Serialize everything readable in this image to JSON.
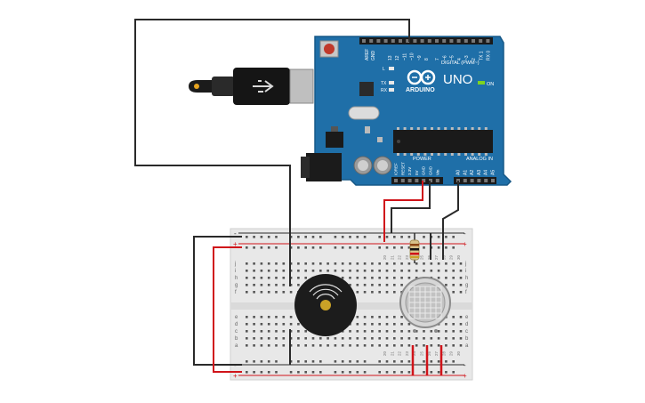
{
  "board": {
    "brand": "ARDUINO",
    "model": "UNO",
    "on_label": "ON",
    "digital_header_label": "DIGITAL (PWM~)",
    "power_header_label": "POWER",
    "analog_header_label": "ANALOG IN",
    "aref_label": "AREF",
    "gnd_label": "GND",
    "l_label": "L",
    "tx_label": "TX",
    "rx_label": "RX",
    "digital_pins": [
      "13",
      "12",
      "~11",
      "~10",
      "~9",
      "8",
      "7",
      "~6",
      "~5",
      "4",
      "~3",
      "2",
      "TX 1",
      "RX 0"
    ],
    "power_pins": [
      "IOREF",
      "RESET",
      "3.3V",
      "5V",
      "GND",
      "GND",
      "Vin"
    ],
    "analog_pins": [
      "A0",
      "A1",
      "A2",
      "A3",
      "A4",
      "A5"
    ]
  },
  "breadboard": {
    "row_letters_top": [
      "j",
      "i",
      "h",
      "g",
      "f"
    ],
    "row_letters_bottom": [
      "e",
      "d",
      "c",
      "b",
      "a"
    ],
    "rail_minus": "-",
    "rail_plus": "+",
    "column_numbers_visible": [
      "20",
      "21",
      "22",
      "23",
      "24",
      "25",
      "26",
      "27",
      "28",
      "29",
      "30"
    ]
  },
  "colors": {
    "board_blue": "#1f6fa8",
    "wire_red": "#d0141a",
    "wire_black": "#2a2a2a",
    "breadboard_body": "#e8e8e8",
    "buzzer_body": "#1c1c1c",
    "sensor_metal": "#c9c9c9"
  },
  "icons": {
    "usb_plug": "usb-cable-icon",
    "reset_button": "reset-button-icon",
    "buzzer_symbol": "sound-waves-icon"
  }
}
